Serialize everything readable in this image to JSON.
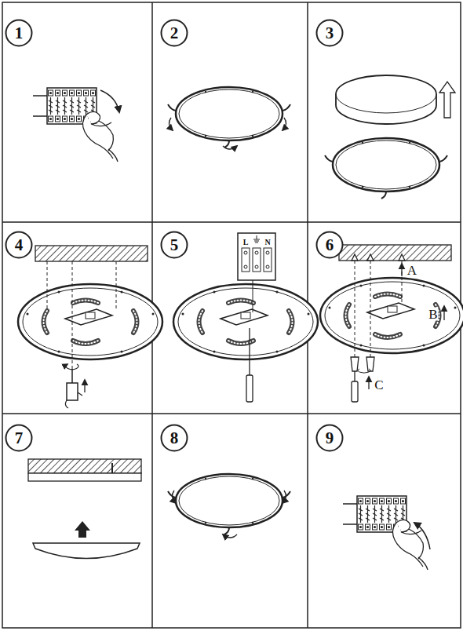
{
  "diagram": {
    "nodes": [
      {
        "text": [
          "1"
        ]
      },
      {
        "text": [
          "2"
        ]
      },
      {
        "text": [
          "3"
        ]
      },
      {
        "text": [
          "4"
        ]
      },
      {
        "text": [
          "5"
        ]
      },
      {
        "text": [
          "6"
        ]
      },
      {
        "text": [
          "7"
        ]
      },
      {
        "text": [
          "8"
        ]
      },
      {
        "text": [
          "9"
        ]
      }
    ],
    "labels": [
      "L",
      "N",
      "A",
      "B",
      "C"
    ]
  }
}
